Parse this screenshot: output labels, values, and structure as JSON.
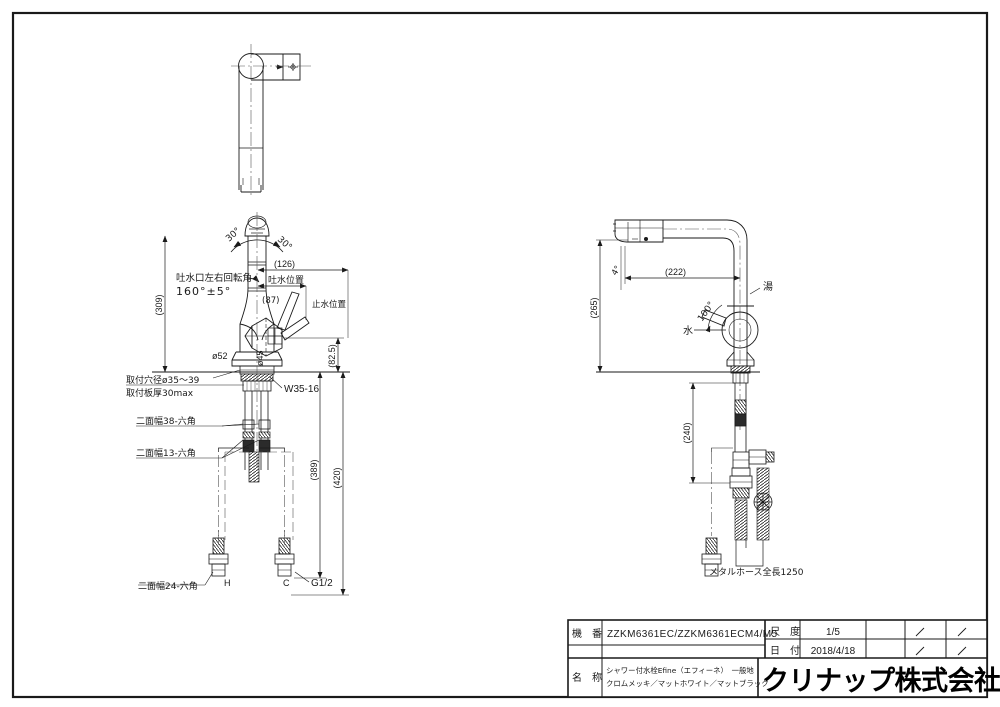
{
  "drawing": {
    "kind": "technical-drawing",
    "sheet_border": true,
    "left_view": {
      "name": "front-elevation-with-lever",
      "annotations": [
        {
          "id": "rot30a",
          "text": "30°"
        },
        {
          "id": "rot30b",
          "text": "30°"
        },
        {
          "id": "spout_rot_label",
          "text": "吐水口左右回転角"
        },
        {
          "id": "spout_rot_value",
          "text": "160°±5°"
        },
        {
          "id": "dim126",
          "text": "(126)"
        },
        {
          "id": "dim87",
          "text": "(87)"
        },
        {
          "id": "shisui",
          "text": "止水位置"
        },
        {
          "id": "tosui",
          "text": "吐水位置"
        },
        {
          "id": "dim309",
          "text": "(309)"
        },
        {
          "id": "dim825",
          "text": "(82.5)"
        },
        {
          "id": "dia52",
          "text": "ø52"
        },
        {
          "id": "dia45",
          "text": "ø45"
        },
        {
          "id": "hole_dia",
          "text": "取付穴径ø35～39"
        },
        {
          "id": "plate_thick",
          "text": "取付板厚30max"
        },
        {
          "id": "w3516",
          "text": "W35-16"
        },
        {
          "id": "hex38",
          "text": "二面幅38-六角"
        },
        {
          "id": "hex13",
          "text": "二面幅13-六角"
        },
        {
          "id": "dim389",
          "text": "(389)"
        },
        {
          "id": "dim420",
          "text": "(420)"
        },
        {
          "id": "hex24",
          "text": "二面幅24-六角"
        },
        {
          "id": "port_h",
          "text": "H"
        },
        {
          "id": "port_c",
          "text": "C"
        },
        {
          "id": "g12",
          "text": "G1/2"
        }
      ]
    },
    "right_view": {
      "name": "side-elevation-shower-extended",
      "annotations": [
        {
          "id": "dim265",
          "text": "(265)"
        },
        {
          "id": "dim222",
          "text": "(222)"
        },
        {
          "id": "ang4",
          "text": "4°"
        },
        {
          "id": "ang100",
          "text": "100°"
        },
        {
          "id": "cold",
          "text": "水"
        },
        {
          "id": "hot",
          "text": "湯"
        },
        {
          "id": "dim240",
          "text": "(240)"
        },
        {
          "id": "hose_len",
          "text": "メタルホース全長1250"
        }
      ]
    },
    "top_view": {
      "name": "plan-view-spout-head"
    }
  },
  "title_block": {
    "row_model": {
      "label": "機　番",
      "value": "ZZKM6361EC/ZZKM6361ECM4/M5"
    },
    "row_name": {
      "label": "名　称",
      "line1": "シャワー付水栓Efine（エフィーネ）　一般地",
      "line2": "クロムメッキ／マットホワイト／マットブラック"
    },
    "row_scale": {
      "label": "尺　度",
      "value": "1/5"
    },
    "row_date": {
      "label": "日　付",
      "value": "2018/4/18"
    },
    "empty_cells": [
      "",
      "",
      "",
      ""
    ],
    "slash_marks": [
      "／",
      "／",
      "／",
      "／"
    ],
    "company": "クリナップ株式会社"
  },
  "colors": {
    "line": "#1a1a1a",
    "thin": "#333333",
    "dim": "#555555",
    "hatch": "#000000",
    "paper": "#ffffff"
  }
}
